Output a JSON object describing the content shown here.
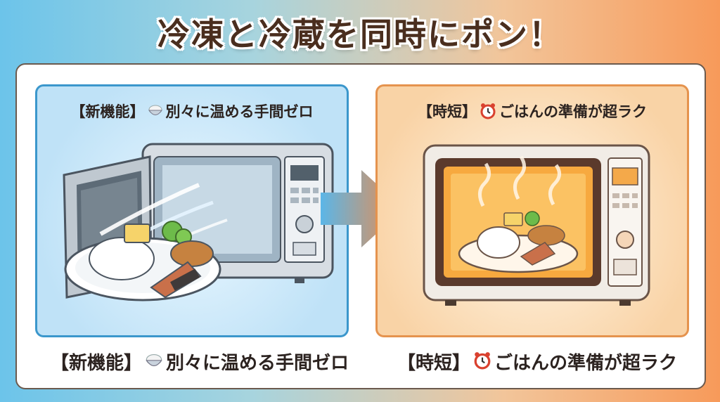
{
  "title": "冷凍と冷蔵を同時にポン！",
  "left_panel": {
    "label": "【新機能】",
    "icon": "rice-bowl-icon",
    "text": "別々に温める手間ゼロ"
  },
  "right_panel": {
    "label": "【時短】",
    "icon": "alarm-clock-icon",
    "text": "ごはんの準備が超ラク"
  },
  "bottom_left": {
    "label": "【新機能】",
    "text": "別々に温める手間ゼロ"
  },
  "bottom_right": {
    "label": "【時短】",
    "text": "ごはんの準備が超ラク"
  },
  "colors": {
    "left_accent": "#3b97cc",
    "right_accent": "#e5934e",
    "title_text": "#4a2e1e"
  }
}
